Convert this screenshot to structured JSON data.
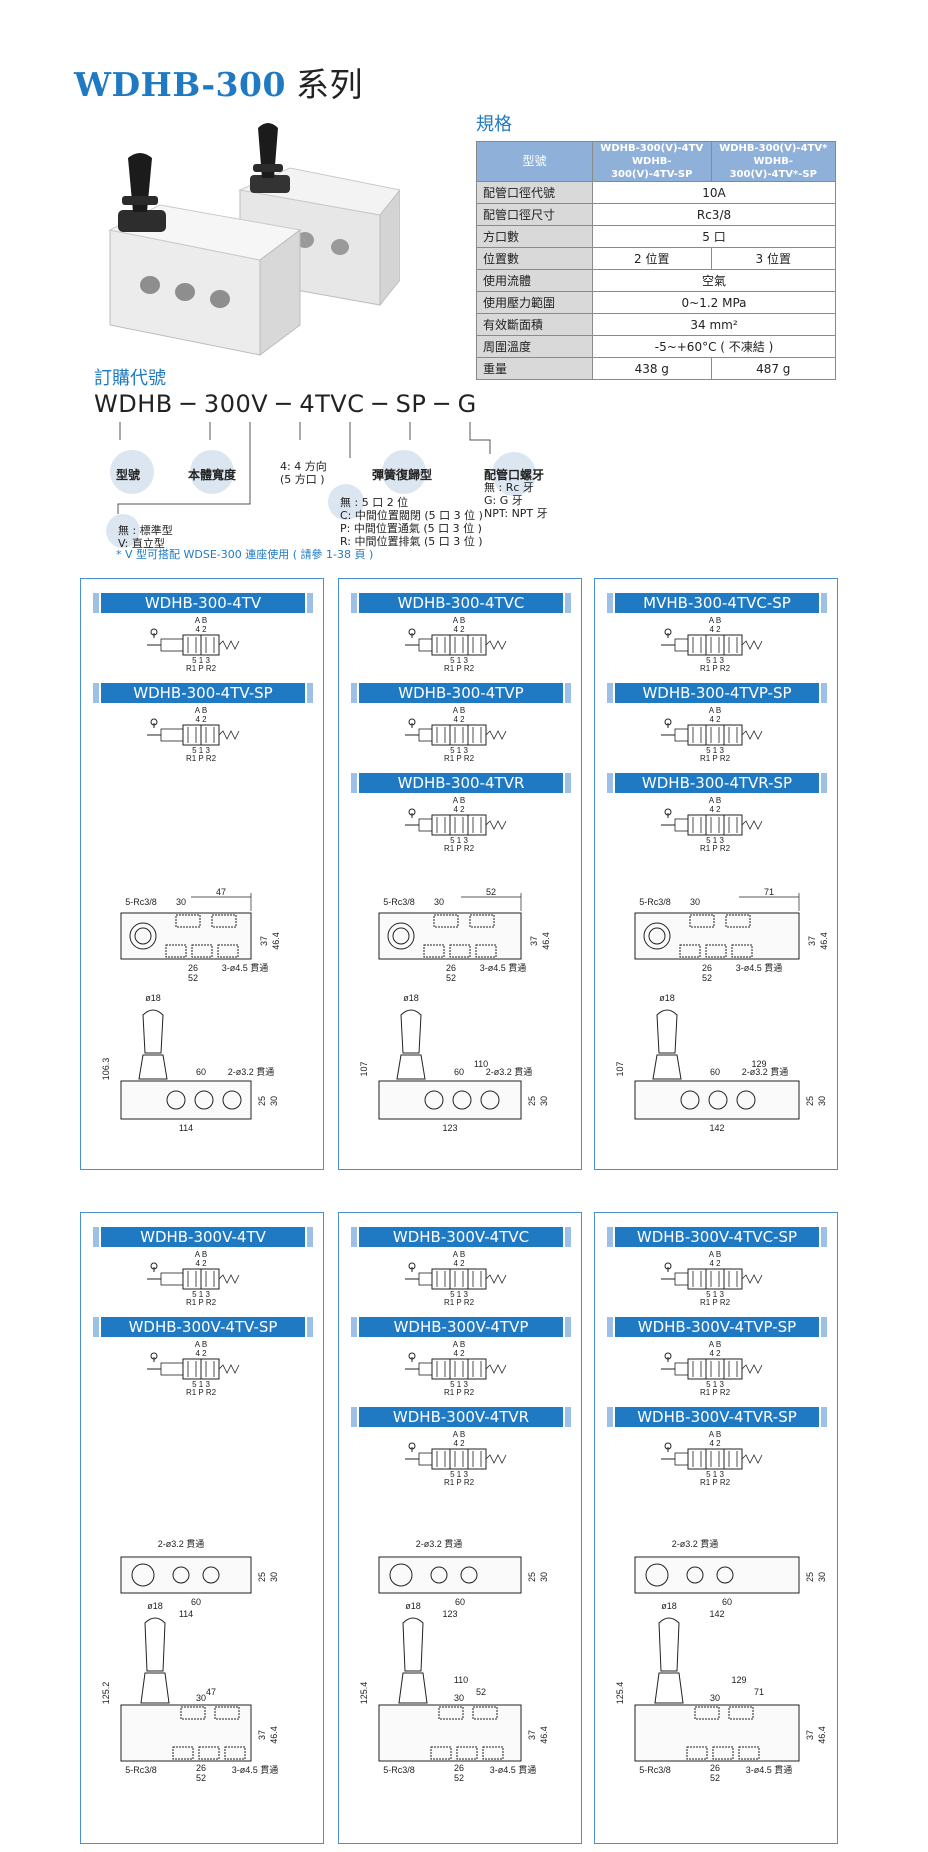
{
  "title": {
    "model": "WDHB-300",
    "series": "系列"
  },
  "spec": {
    "heading": "規格",
    "header": {
      "label": "型號",
      "col1": [
        "WDHB-300(V)-4TV",
        "WDHB-300(V)-4TV-SP"
      ],
      "col2": [
        "WDHB-300(V)-4TV*",
        "WDHB-300(V)-4TV*-SP"
      ]
    },
    "rows": [
      {
        "label": "配管口徑代號",
        "value": "10A"
      },
      {
        "label": "配管口徑尺寸",
        "value": "Rc3/8"
      },
      {
        "label": "方口數",
        "value": "5 口"
      },
      {
        "label": "位置數",
        "v1": "2 位置",
        "v2": "3 位置"
      },
      {
        "label": "使用流體",
        "value": "空氣"
      },
      {
        "label": "使用壓力範圍",
        "value": "0~1.2 MPa"
      },
      {
        "label": "有效斷面積",
        "value": "34 mm²"
      },
      {
        "label": "周圍溫度",
        "value": "-5~+60°C ( 不凍結 )"
      },
      {
        "label": "重量",
        "v1": "438 g",
        "v2": "487 g"
      }
    ]
  },
  "order": {
    "heading": "訂購代號",
    "code": "WDHB ─ 300V ─ 4TVC ─ SP ─ G",
    "labels": {
      "model": "型號",
      "width": "本體寬度",
      "spring": "彈簧復歸型",
      "thread": "配管口螺牙"
    },
    "ports": [
      "4: 4 方向",
      "(5 方口 )"
    ],
    "positions": [
      "無 : 5 口 2 位",
      "C: 中間位置閥閉 (5 口 3 位 )",
      "P: 中間位置通氣 (5 口 3 位 )",
      "R: 中間位置排氣 (5 口 3 位 )"
    ],
    "thread_opts": [
      "無 : Rc 牙",
      "G: G 牙",
      "NPT: NPT 牙"
    ],
    "type_opts": [
      "無 : 標準型",
      "V: 直立型"
    ],
    "v_note": "* V 型可搭配 WDSE-300 連座使用 ( 請參 1-38 頁 )"
  },
  "symbol": {
    "top": "A B",
    "mid": "4 2",
    "bot": "5 1 3",
    "ports": "R1 P R2"
  },
  "dims": {
    "rc": "5-Rc3/8",
    "thru45": "3-ø4.5 貫通",
    "thru32": "2-ø3.2 貫通",
    "d18": "ø18",
    "n26": "26",
    "n52": "52",
    "n30": "30",
    "n37": "37",
    "n464": "46.4",
    "n60": "60",
    "n25": "25",
    "n30b": "30"
  },
  "panels": [
    {
      "titles": [
        "WDHB-300-4TV",
        "WDHB-300-4TV-SP"
      ],
      "top": "47",
      "len": "114",
      "h": "106.3",
      "extra": ""
    },
    {
      "titles": [
        "WDHB-300-4TVC",
        "WDHB-300-4TVP",
        "WDHB-300-4TVR"
      ],
      "top": "52",
      "len": "123",
      "h": "107",
      "extra": "110"
    },
    {
      "titles": [
        "MVHB-300-4TVC-SP",
        "WDHB-300-4TVP-SP",
        "WDHB-300-4TVR-SP"
      ],
      "top": "71",
      "len": "142",
      "h": "107",
      "extra": "129"
    },
    {
      "titles": [
        "WDHB-300V-4TV",
        "WDHB-300V-4TV-SP"
      ],
      "top": "47",
      "len": "114",
      "h": "125.2",
      "extra": ""
    },
    {
      "titles": [
        "WDHB-300V-4TVC",
        "WDHB-300V-4TVP",
        "WDHB-300V-4TVR"
      ],
      "top": "52",
      "len": "123",
      "h": "125.4",
      "extra": "110"
    },
    {
      "titles": [
        "WDHB-300V-4TVC-SP",
        "WDHB-300V-4TVP-SP",
        "WDHB-300V-4TVR-SP"
      ],
      "top": "71",
      "len": "142",
      "h": "125.4",
      "extra": "129"
    }
  ]
}
